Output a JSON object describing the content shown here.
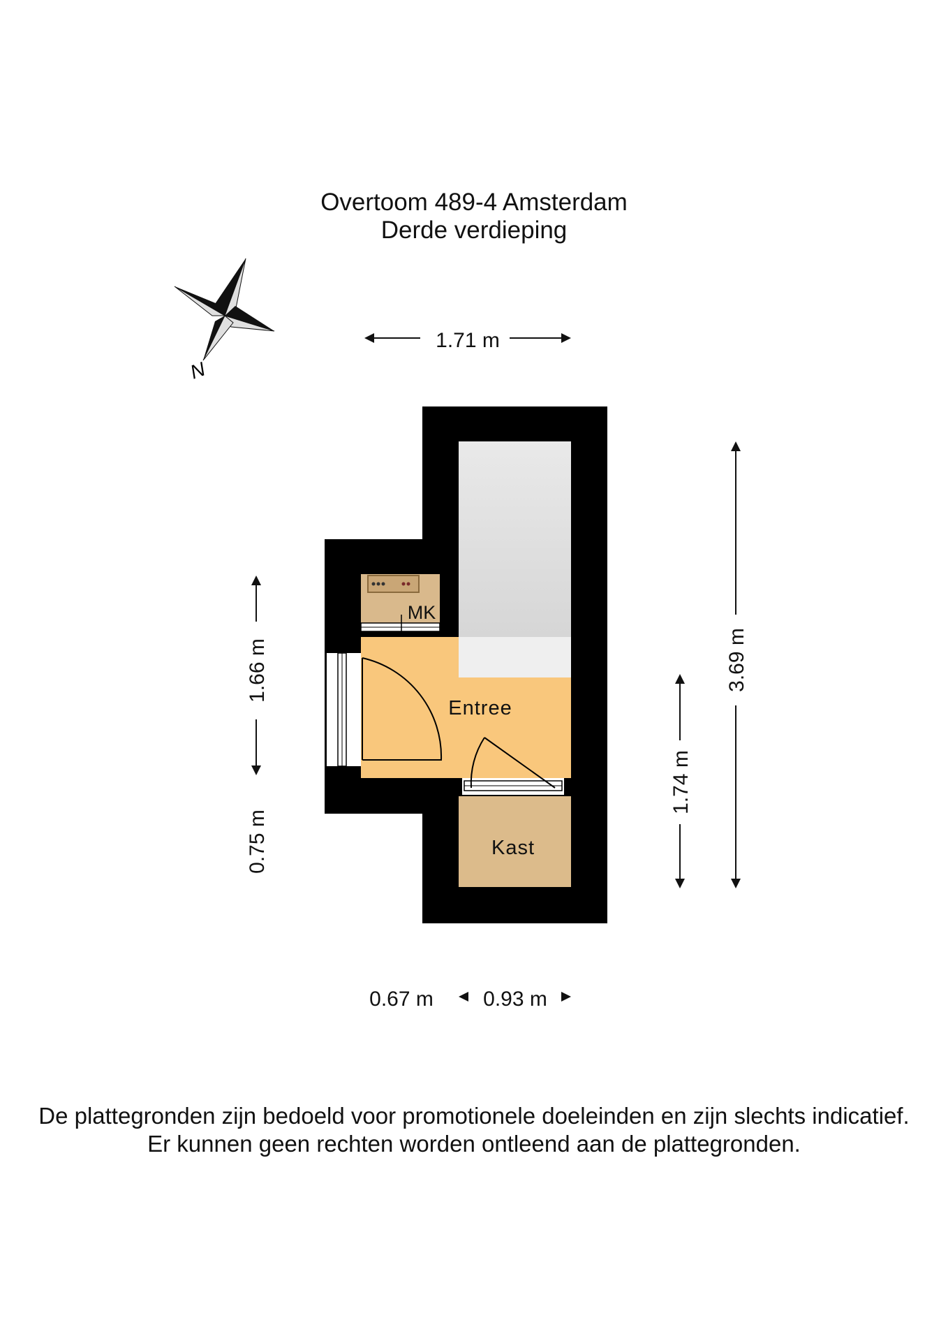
{
  "header": {
    "address": "Overtoom 489-4 Amsterdam",
    "floor": "Derde verdieping"
  },
  "compass": {
    "label": "N"
  },
  "rooms": {
    "entree": "Entree",
    "kast": "Kast",
    "mk": "MK"
  },
  "dimensions": {
    "top_width": "1.71 m",
    "left_upper": "1.66 m",
    "left_lower": "0.75 m",
    "right_inner": "1.74 m",
    "right_outer": "3.69 m",
    "bottom_left": "0.67 m",
    "bottom_right": "0.93 m"
  },
  "footer": {
    "line1": "De plattegronden zijn bedoeld voor promotionele doeleinden en zijn slechts indicatief.",
    "line2": "Er kunnen geen rechten worden ontleend aan de plattegronden."
  },
  "colors": {
    "wall": "#000000",
    "entree_floor": "#f9c77c",
    "kast_floor": "#dcbb8b",
    "stair": "#e3e3e3",
    "dimension": "#111111"
  }
}
